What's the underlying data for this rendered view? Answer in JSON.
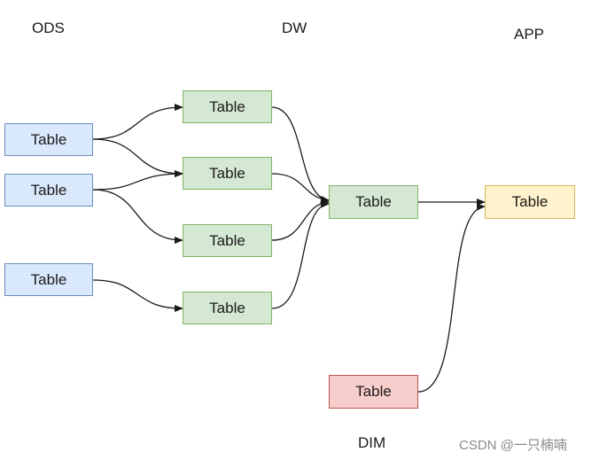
{
  "layers": {
    "ods": "ODS",
    "dw": "DW",
    "app": "APP",
    "dim": "DIM"
  },
  "tables": {
    "ods_1": "Table",
    "ods_2": "Table",
    "ods_3": "Table",
    "dw_1": "Table",
    "dw_2": "Table",
    "dw_3": "Table",
    "dw_4": "Table",
    "dw_merge": "Table",
    "app": "Table",
    "dim": "Table"
  },
  "colors": {
    "ods_fill": "#dae8fc",
    "dw_fill": "#d5e8d4",
    "app_fill": "#fff2cc",
    "dim_fill": "#f8cecc",
    "edge": "#1a1a1a"
  },
  "watermark": "CSDN @一只楠喃"
}
